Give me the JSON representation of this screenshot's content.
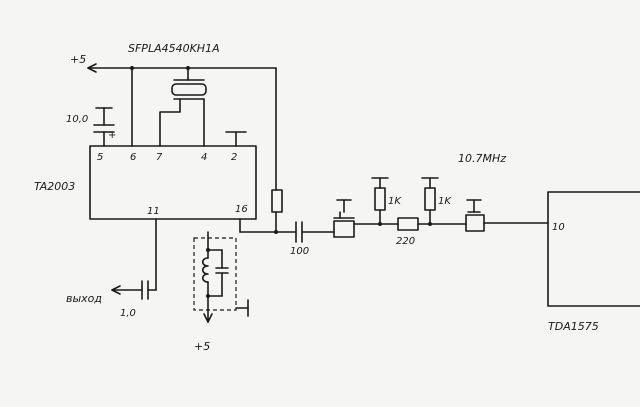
{
  "labels": {
    "module_part": "SFPLA4540KH1A",
    "supply_top": "+5",
    "supply_bottom": "+5",
    "ic_main": "TA2003",
    "ic_out": "TDA1575",
    "cap_top": "10,0",
    "cap_plus": "+",
    "cap_bottom": "1,0",
    "output": "выход",
    "cap_series": "100",
    "res_left": "1K",
    "res_mid": "220",
    "res_right": "1K",
    "filter": "10.7MHz",
    "pin_5": "5",
    "pin_6": "6",
    "pin_7": "7",
    "pin_4": "4",
    "pin_2": "2",
    "pin_11": "11",
    "pin_16": "16",
    "pin_10": "10"
  }
}
